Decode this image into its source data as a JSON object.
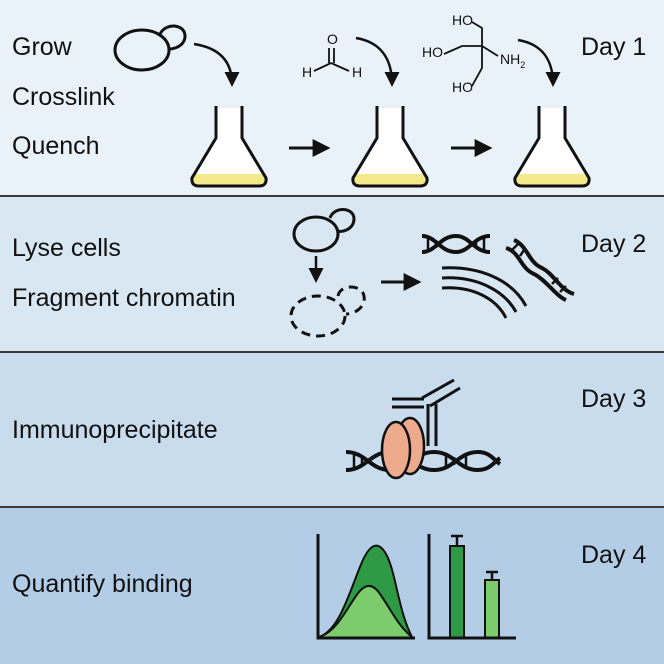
{
  "colors": {
    "panel_day1": "#e9f1f9",
    "panel_day2": "#d9e7f3",
    "panel_day3": "#c8dcee",
    "panel_day4": "#b3cde6",
    "culture_medium": "#f3e98a",
    "protein": "#eeaa8c",
    "bar_dark": "#2f9a45",
    "bar_light": "#7ccb6c"
  },
  "steps": [
    {
      "day": "Day 1",
      "labels": [
        "Grow",
        "Crosslink",
        "Quench"
      ],
      "chemicals": {
        "formaldehyde": {
          "o": "O",
          "h1": "H",
          "h2": "H"
        },
        "tris": {
          "ho1": "HO",
          "ho2": "HO",
          "ho3": "HO",
          "amine": "NH",
          "sub": "2"
        }
      }
    },
    {
      "day": "Day 2",
      "labels": [
        "Lyse cells",
        "Fragment chromatin"
      ]
    },
    {
      "day": "Day 3",
      "labels": [
        "Immunoprecipitate"
      ]
    },
    {
      "day": "Day 4",
      "labels": [
        "Quantify binding"
      ]
    }
  ],
  "icons": [
    "yeast-cell-icon",
    "flask-icon",
    "arrow-icon",
    "dna-fragment-icon",
    "lysed-cell-icon",
    "protein-icon",
    "antibody-icon",
    "peak-plot-icon",
    "bar-plot-icon"
  ]
}
